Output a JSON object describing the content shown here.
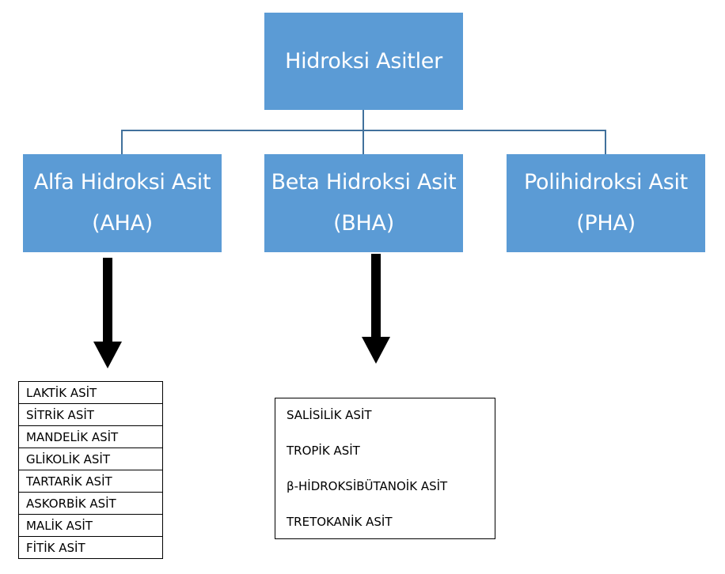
{
  "root": {
    "label": "Hidroksi Asitler"
  },
  "categories": [
    {
      "name": "Alfa Hidroksi Asit",
      "abbr": "(AHA)"
    },
    {
      "name": "Beta Hidroksi Asit",
      "abbr": "(BHA)"
    },
    {
      "name": "Polihidroksi Asit",
      "abbr": "(PHA)"
    }
  ],
  "aha_list": [
    "LAKTİK ASİT",
    "SİTRİK ASİT",
    "MANDELİK ASİT",
    "GLİKOLİK ASİT",
    "TARTARİK ASİT",
    "ASKORBİK ASİT",
    "MALİK ASİT",
    "FİTİK ASİT"
  ],
  "bha_list": [
    "SALİSİLİK ASİT",
    "TROPİK ASİT",
    "β-HİDROKSİBÜTANOİK ASİT",
    "TRETOKANİK ASİT"
  ],
  "colors": {
    "box_fill": "#5b9bd5",
    "connector": "#41719c",
    "arrow": "#000000"
  }
}
